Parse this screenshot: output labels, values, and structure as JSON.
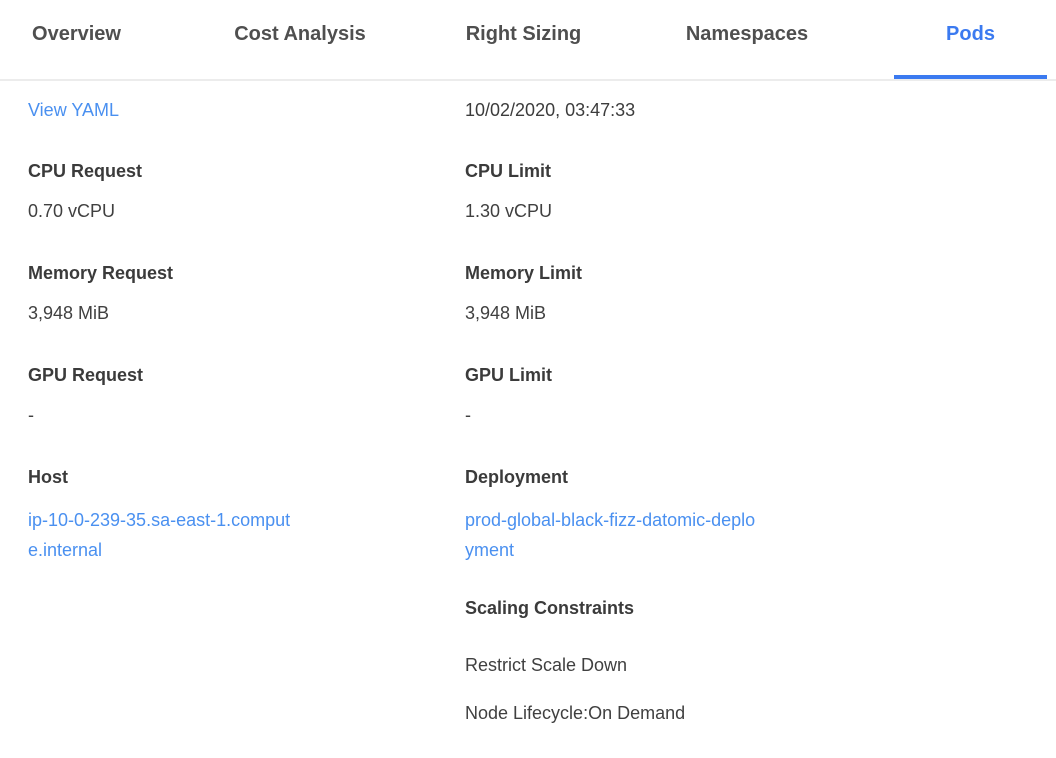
{
  "tabs": {
    "items": [
      {
        "label": "Overview",
        "active": false
      },
      {
        "label": "Cost Analysis",
        "active": false
      },
      {
        "label": "Right Sizing",
        "active": false
      },
      {
        "label": "Namespaces",
        "active": false
      },
      {
        "label": "Pods",
        "active": true
      }
    ]
  },
  "details": {
    "view_yaml_label": "View YAML",
    "timestamp": "10/02/2020, 03:47:33",
    "fields": {
      "cpu_request": {
        "label": "CPU Request",
        "value": "0.70 vCPU"
      },
      "cpu_limit": {
        "label": "CPU Limit",
        "value": "1.30 vCPU"
      },
      "memory_request": {
        "label": "Memory Request",
        "value": "3,948 MiB"
      },
      "memory_limit": {
        "label": "Memory Limit",
        "value": "3,948 MiB"
      },
      "gpu_request": {
        "label": "GPU Request",
        "value": "-"
      },
      "gpu_limit": {
        "label": "GPU Limit",
        "value": "-"
      },
      "host": {
        "label": "Host",
        "value": "ip-10-0-239-35.sa-east-1.compute.internal"
      },
      "deployment": {
        "label": "Deployment",
        "value": "prod-global-black-fizz-datomic-deployment"
      }
    },
    "scaling_constraints": {
      "title": "Scaling Constraints",
      "items": [
        "Restrict Scale Down",
        "Node Lifecycle:On Demand"
      ]
    }
  },
  "colors": {
    "active_tab": "#3b7af0",
    "tab_underline": "#3b7af0",
    "link": "#4a90f0",
    "label_text": "#3b3b3b",
    "body_text": "#404040",
    "inactive_tab": "#4f4f4f",
    "divider": "#ececec"
  }
}
